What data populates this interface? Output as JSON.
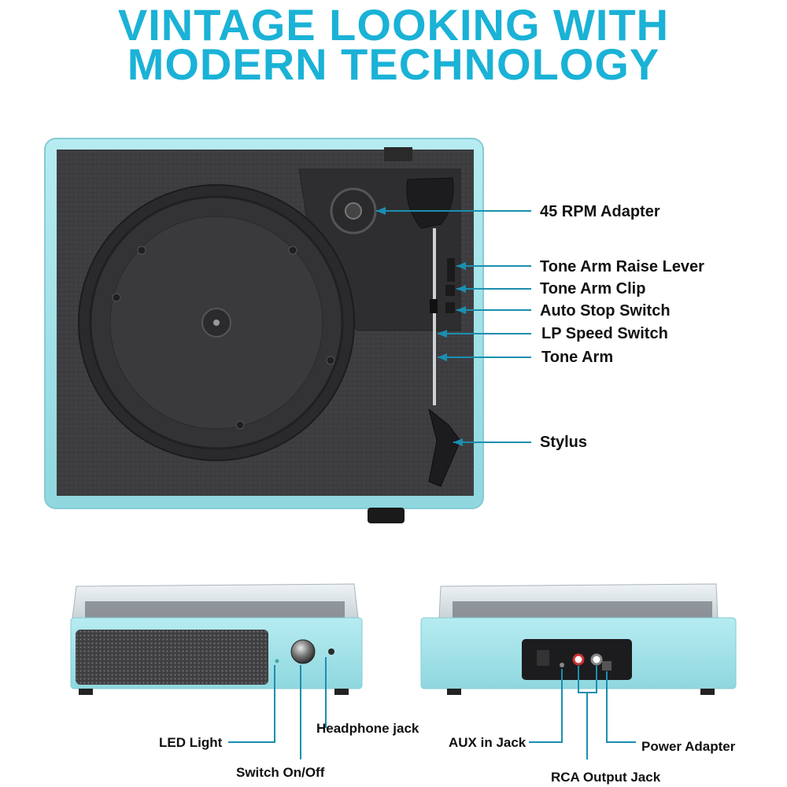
{
  "headline": {
    "line1": "VINTAGE LOOKING WITH",
    "line2": "MODERN TECHNOLOGY"
  },
  "top_view_labels": {
    "adapter": "45 RPM Adapter",
    "raise_lever": "Tone Arm Raise Lever",
    "clip": "Tone Arm Clip",
    "auto_stop": "Auto Stop Switch",
    "speed": "LP Speed Switch",
    "tone_arm": "Tone Arm",
    "stylus": "Stylus"
  },
  "front_view_labels": {
    "led": "LED Light",
    "switch": "Switch On/Off",
    "headphone": "Headphone jack"
  },
  "back_view_labels": {
    "aux": "AUX in Jack",
    "rca": "RCA Output Jack",
    "power": "Power Adapter"
  },
  "colors": {
    "accent": "#1ab2d6",
    "case": "#a7e6ec",
    "plinth": "#3a3a3c",
    "callout_line": "#1a8fb0"
  }
}
